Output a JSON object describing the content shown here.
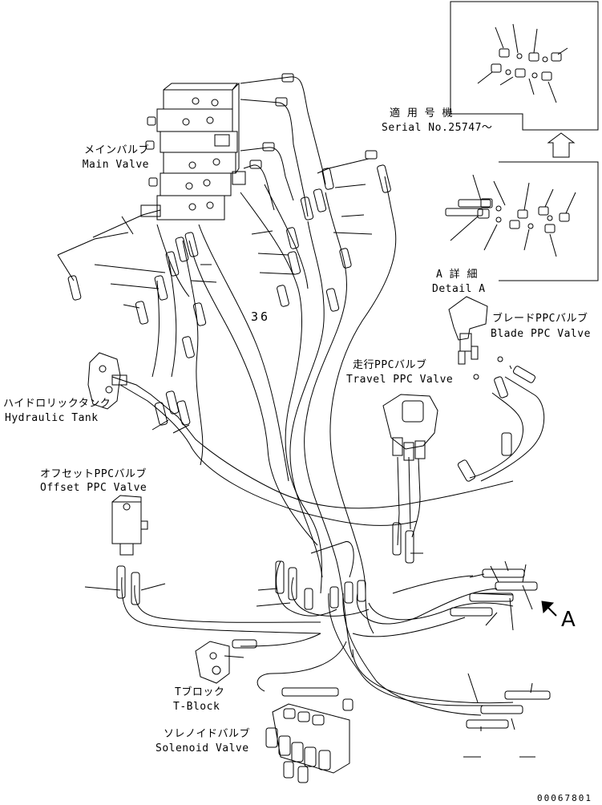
{
  "labels": {
    "main_valve_jp": "メインバルブ",
    "main_valve_en": "Main Valve",
    "serial_jp": "適 用 号 機",
    "serial_en": "Serial No.25747～",
    "detail_jp": "A 詳 細",
    "detail_en": "Detail A",
    "blade_ppc_jp": "ブレードPPCバルブ",
    "blade_ppc_en": "Blade PPC Valve",
    "travel_ppc_jp": "走行PPCバルブ",
    "travel_ppc_en": "Travel PPC Valve",
    "hydraulic_tank_jp": "ハイドロリックタンク",
    "hydraulic_tank_en": "Hydraulic Tank",
    "offset_ppc_jp": "オフセットPPCバルブ",
    "offset_ppc_en": "Offset PPC Valve",
    "t_block_jp": "Tブロック",
    "t_block_en": "T-Block",
    "solenoid_jp": "ソレノイドバルブ",
    "solenoid_en": "Solenoid Valve",
    "part_36": "36",
    "view_a": "A",
    "drawing_code": "00067801"
  }
}
